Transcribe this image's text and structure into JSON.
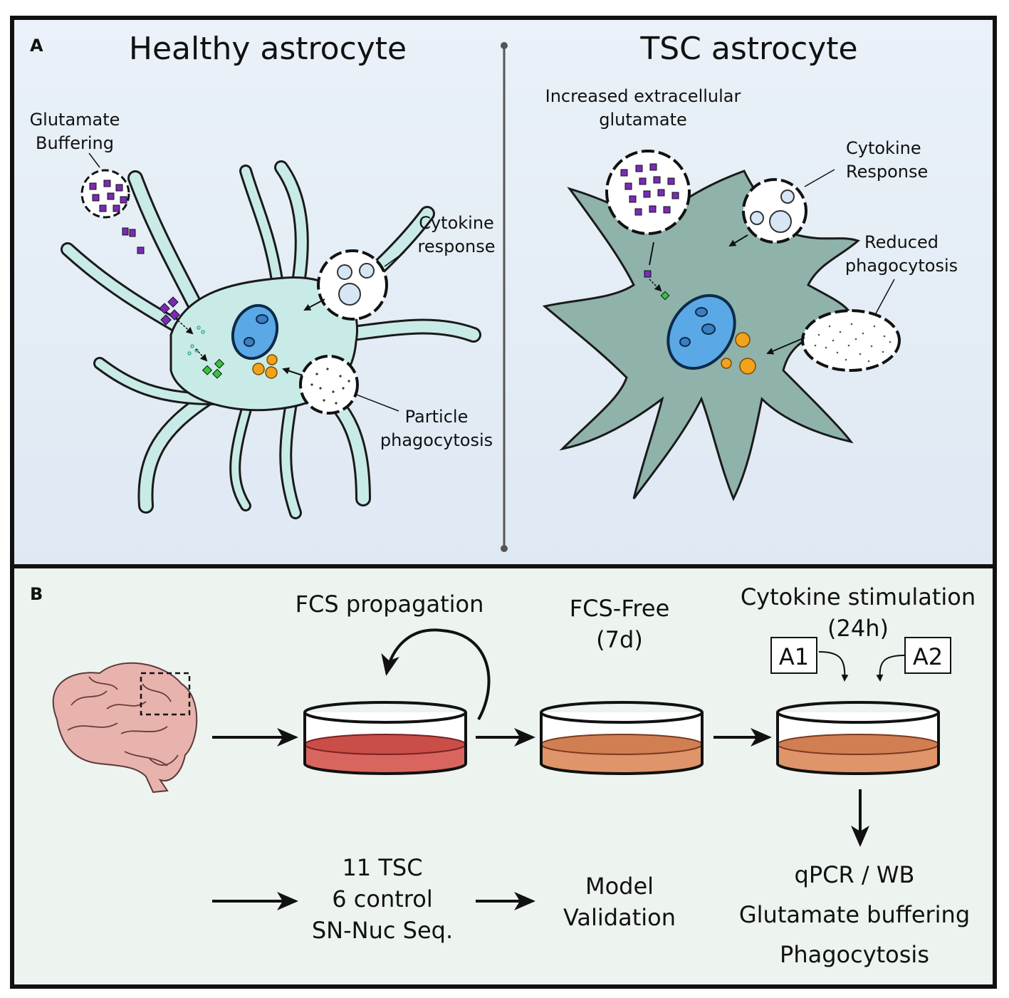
{
  "panel_a": {
    "label": "A",
    "healthy": {
      "title": "Healthy astrocyte",
      "glutamate_line1": "Glutamate",
      "glutamate_line2": "Buffering",
      "cytokine_line1": "Cytokine",
      "cytokine_line2": "response",
      "particle_line1": "Particle",
      "particle_line2": "phagocytosis"
    },
    "tsc": {
      "title": "TSC astrocyte",
      "glutamate_line1": "Increased extracellular",
      "glutamate_line2": "glutamate",
      "cytokine_line1": "Cytokine",
      "cytokine_line2": "Response",
      "phago_line1": "Reduced",
      "phago_line2": "phagocytosis"
    }
  },
  "panel_b": {
    "label": "B",
    "step1": "FCS propagation",
    "step2_line1": "FCS-Free",
    "step2_line2": "(7d)",
    "step3_line1": "Cytokine stimulation",
    "step3_line2": "(24h)",
    "a1": "A1",
    "a2": "A2",
    "seq_line1": "11 TSC",
    "seq_line2": "6 control",
    "seq_line3": "SN-Nuc Seq.",
    "model_line1": "Model",
    "model_line2": "Validation",
    "out_line1": "qPCR / WB",
    "out_line2": "Glutamate buffering",
    "out_line3": "Phagocytosis"
  },
  "colors": {
    "healthy_cell": "#c9ebe7",
    "tsc_cell": "#8fb3ab",
    "nucleus": "#5aa9e6",
    "glutamate": "#7a2bb5",
    "green_dot": "#37c43c",
    "orange_dot": "#f2a31b",
    "dish_red": "#d9655f",
    "dish_orange": "#e0946a",
    "brain": "#e8b3ad"
  }
}
